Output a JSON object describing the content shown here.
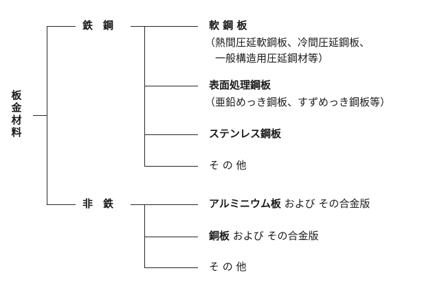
{
  "root": {
    "chars": [
      "板",
      "金",
      "材",
      "料"
    ]
  },
  "groups": {
    "ferrous": {
      "label": "鉄　鋼",
      "items": {
        "soft_steel": {
          "name": "軟 鋼 板",
          "desc1": "（熱間圧延軟鋼板、冷間圧延鋼板、",
          "desc2": "一般構造用圧延鋼材等）"
        },
        "surface_treated": {
          "name": "表面処理鋼板",
          "desc": "（亜鉛めっき鋼板、すずめっき鋼板等）"
        },
        "stainless": {
          "name": "ステンレス鋼板"
        },
        "other": {
          "name": "そ の 他"
        }
      }
    },
    "nonferrous": {
      "label": "非　鉄",
      "items": {
        "aluminum": {
          "name": "アルミニウム板",
          "suffix": " および その合金版"
        },
        "copper": {
          "name": "銅板",
          "suffix": " および その合金版"
        },
        "other": {
          "name": "そ の 他"
        }
      }
    }
  }
}
